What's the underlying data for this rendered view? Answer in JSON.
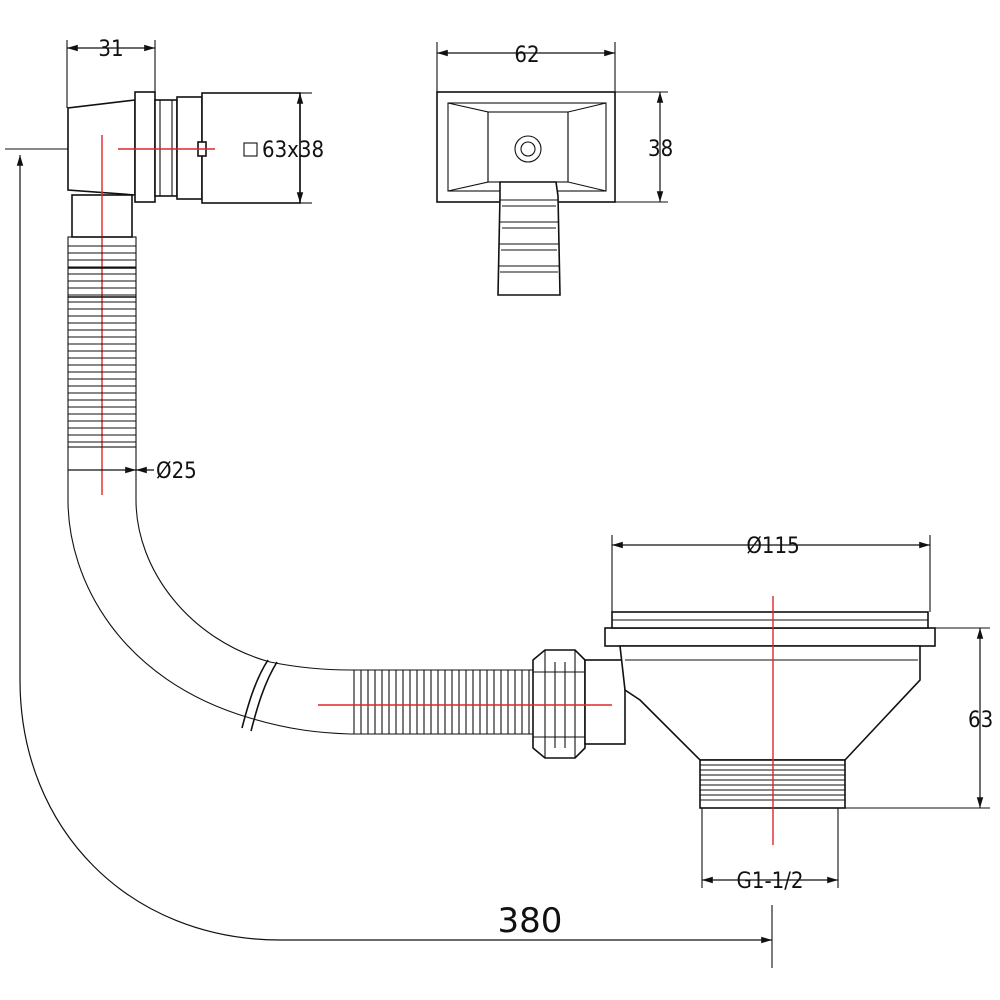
{
  "dimensions": {
    "overflow_width": "31",
    "overflow_size": "63x38",
    "front_width": "62",
    "front_height": "38",
    "hose_diameter": "Ø25",
    "basket_diameter": "Ø115",
    "waste_height": "63",
    "thread_size": "G1-1/2",
    "total_length": "380"
  },
  "colors": {
    "line": "#111111",
    "centerline": "#e0262b"
  }
}
